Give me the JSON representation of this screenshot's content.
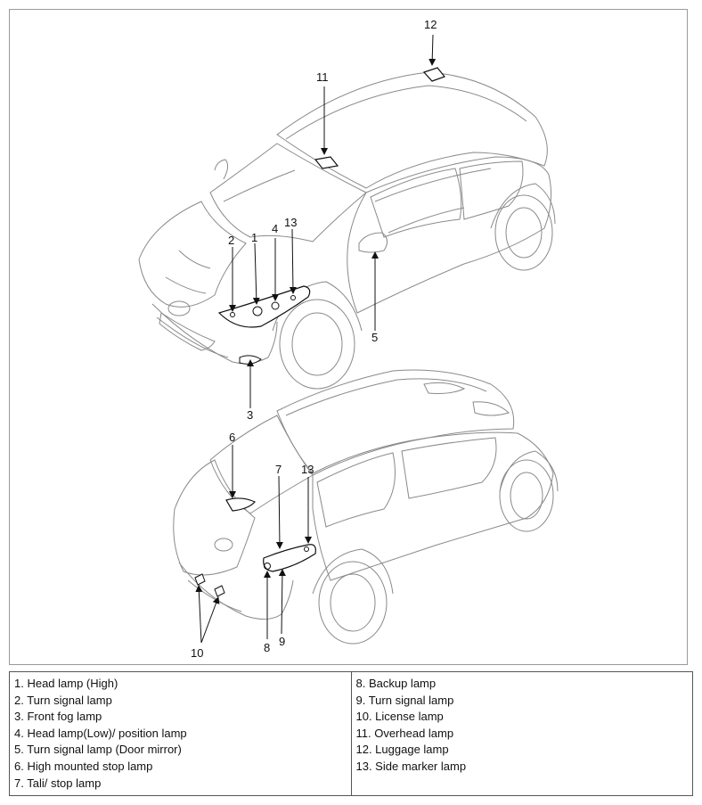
{
  "figure": {
    "front_view": {
      "callouts": [
        "1",
        "2",
        "3",
        "4",
        "5",
        "11",
        "12",
        "13"
      ]
    },
    "rear_view": {
      "callouts": [
        "6",
        "7",
        "8",
        "9",
        "10",
        "13"
      ]
    }
  },
  "legend": {
    "left_column": [
      "1. Head lamp (High)",
      "2. Turn signal lamp",
      "3. Front fog lamp",
      "4. Head lamp(Low)/ position lamp",
      "5. Turn signal lamp (Door mirror)",
      "6. High mounted stop lamp",
      "7. Tali/ stop lamp"
    ],
    "right_column": [
      "8. Backup lamp",
      "9. Turn signal lamp",
      "10. License lamp",
      "11. Overhead lamp",
      "12. Luggage lamp",
      "13. Side marker lamp"
    ]
  }
}
